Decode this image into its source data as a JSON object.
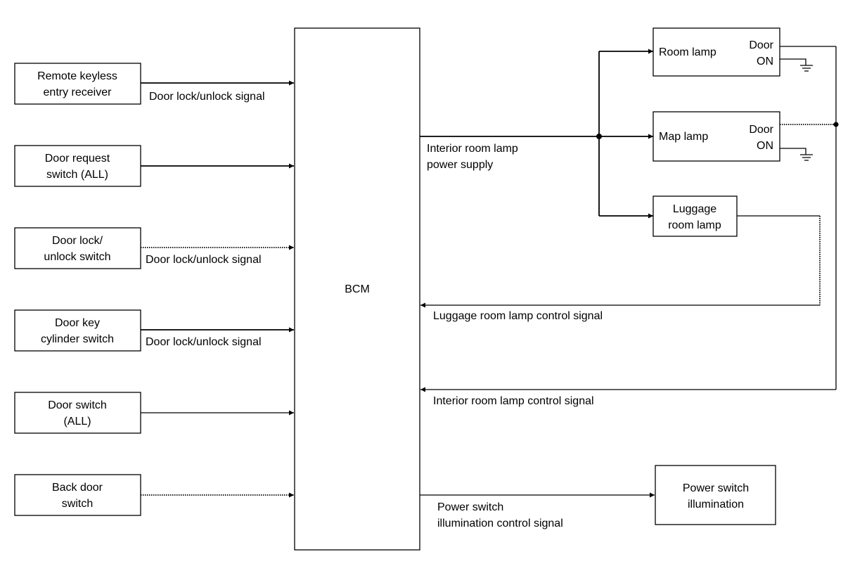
{
  "bcm": {
    "label": "BCM"
  },
  "inputs": [
    {
      "line1": "Remote keyless",
      "line2": "entry receiver",
      "signal": "Door lock/unlock signal"
    },
    {
      "line1": "Door request",
      "line2": "switch (ALL)",
      "signal": ""
    },
    {
      "line1": "Door lock/",
      "line2": "unlock switch",
      "signal": "Door lock/unlock signal"
    },
    {
      "line1": "Door key",
      "line2": "cylinder switch",
      "signal": "Door lock/unlock signal"
    },
    {
      "line1": "Door switch",
      "line2": "(ALL)",
      "signal": ""
    },
    {
      "line1": "Back door",
      "line2": "switch",
      "signal": ""
    }
  ],
  "outputs": {
    "room_lamp": {
      "label": "Room lamp",
      "switch_line1": "Door",
      "switch_line2": "ON"
    },
    "map_lamp": {
      "label": "Map lamp",
      "switch_line1": "Door",
      "switch_line2": "ON"
    },
    "luggage_lamp": {
      "line1": "Luggage",
      "line2": "room lamp"
    },
    "power_switch": {
      "line1": "Power switch",
      "line2": "illumination"
    }
  },
  "signals": {
    "power_supply_line1": "Interior room lamp",
    "power_supply_line2": "power supply",
    "luggage_control": "Luggage room lamp control signal",
    "interior_control": "Interior room lamp control signal",
    "illum_line1": "Power switch",
    "illum_line2": "illumination control signal"
  }
}
